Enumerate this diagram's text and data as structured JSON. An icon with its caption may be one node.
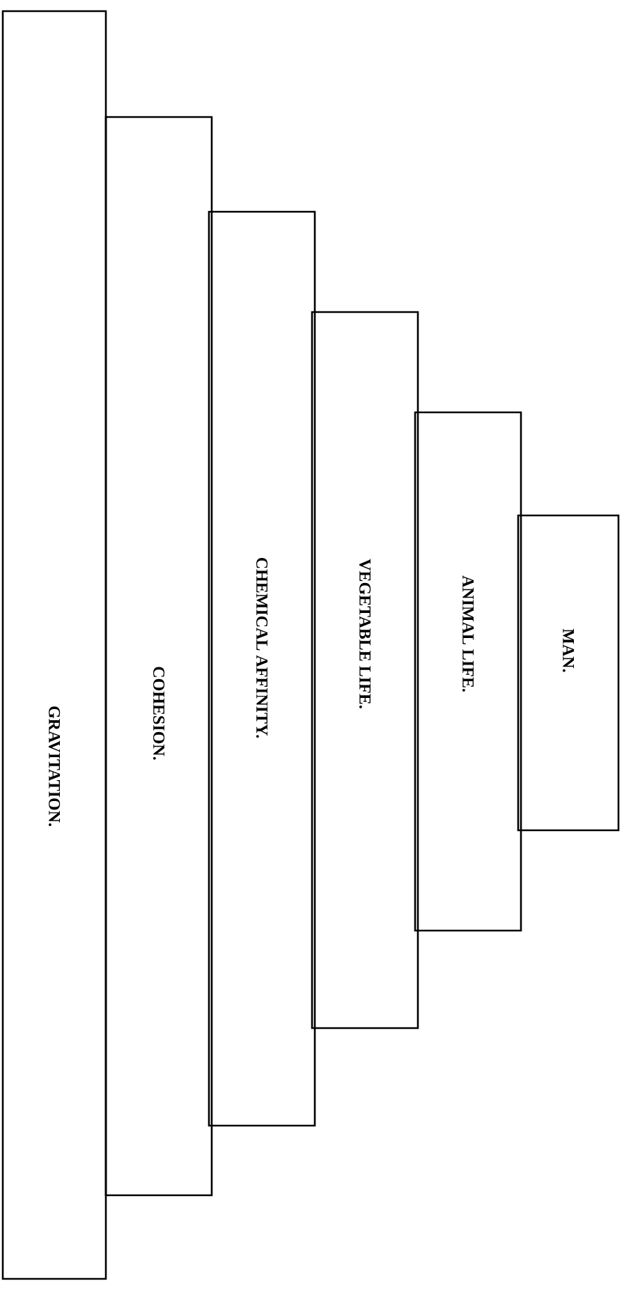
{
  "diagram": {
    "nodes": [
      {
        "text": [
          "GRAVITATION."
        ]
      },
      {
        "text": [
          "COHESION."
        ]
      },
      {
        "text": [
          "CHEMICAL AFFINITY."
        ]
      },
      {
        "text": [
          "VEGETABLE LIFE."
        ]
      },
      {
        "text": [
          "ANIMAL LIFE."
        ]
      },
      {
        "text": [
          "MAN."
        ]
      }
    ]
  }
}
